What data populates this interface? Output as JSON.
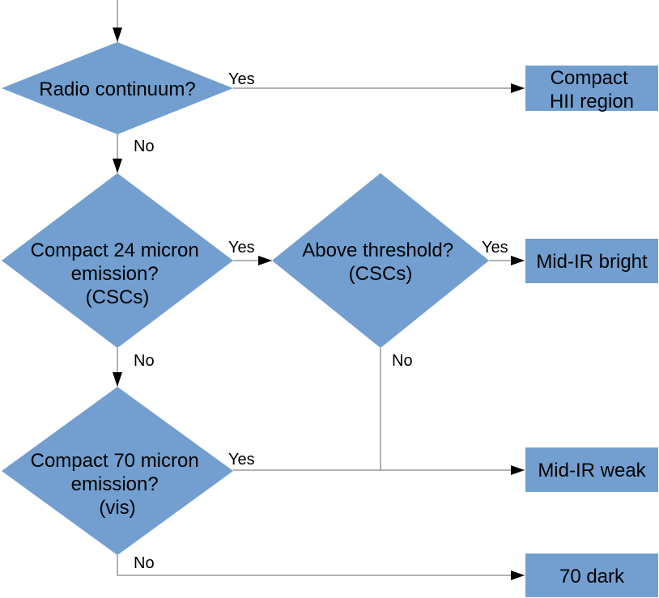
{
  "colors": {
    "node_fill": "#729fcf",
    "connector": "#666666",
    "text": "#000000"
  },
  "decisions": {
    "radio": {
      "lines": [
        "Radio continuum?"
      ]
    },
    "compact24": {
      "lines": [
        "Compact 24 micron",
        "emission?",
        "(CSCs)"
      ]
    },
    "threshold": {
      "lines": [
        "Above threshold?",
        "(CSCs)"
      ]
    },
    "compact70": {
      "lines": [
        "Compact 70 micron",
        "emission?",
        "(vis)"
      ]
    }
  },
  "outcomes": {
    "hii": {
      "lines": [
        "Compact",
        "HII region"
      ]
    },
    "bright": {
      "lines": [
        "Mid-IR bright"
      ]
    },
    "weak": {
      "lines": [
        "Mid-IR weak"
      ]
    },
    "dark": {
      "lines": [
        "70 dark"
      ]
    }
  },
  "edge_labels": {
    "radio_yes": "Yes",
    "radio_no": "No",
    "compact24_yes": "Yes",
    "compact24_no": "No",
    "threshold_yes": "Yes",
    "threshold_no": "No",
    "compact70_yes": "Yes",
    "compact70_no": "No"
  }
}
